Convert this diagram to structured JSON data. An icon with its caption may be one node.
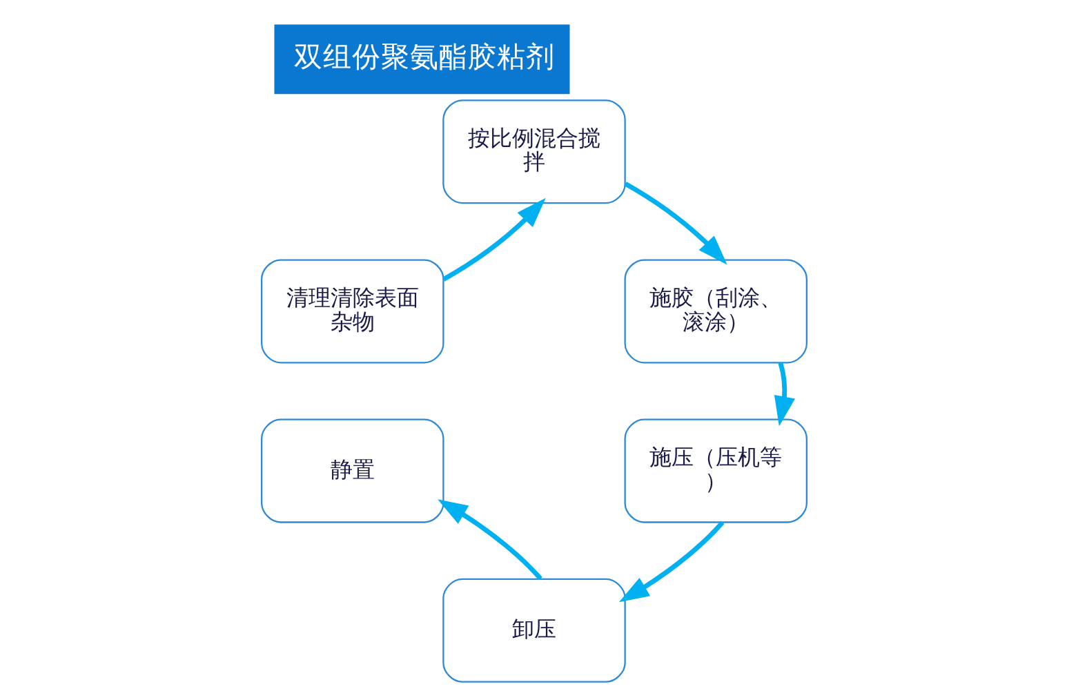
{
  "diagram": {
    "title": "双组份聚氨酯胶粘剂",
    "nodes": [
      {
        "text": [
          "按比例混合搅拌"
        ]
      },
      {
        "text": [
          "清理清除表面杂物"
        ]
      },
      {
        "text": [
          "施胶（刮涂、滚涂）"
        ]
      },
      {
        "text": [
          "静置"
        ]
      },
      {
        "text": [
          "施压（压机等）"
        ]
      },
      {
        "text": [
          "卸压"
        ]
      }
    ],
    "edges": [
      {
        "from": 1,
        "to": 0,
        "arrow": "to"
      },
      {
        "from": 0,
        "to": 2,
        "arrow": "to"
      },
      {
        "from": 2,
        "to": 4,
        "arrow": "to"
      },
      {
        "from": 4,
        "to": 5,
        "arrow": "to"
      },
      {
        "from": 5,
        "to": 3,
        "arrow": "to"
      }
    ]
  }
}
